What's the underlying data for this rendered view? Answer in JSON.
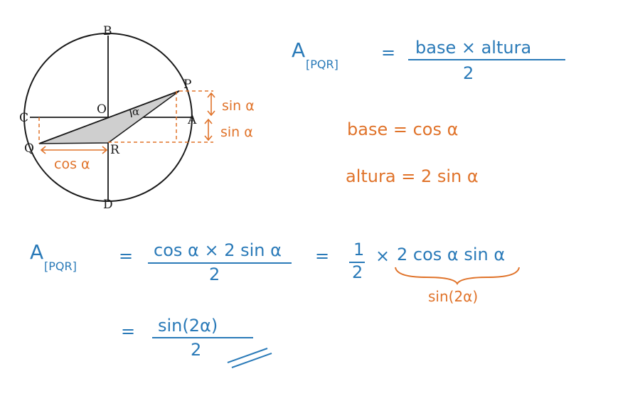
{
  "diagram": {
    "points": {
      "A": "A",
      "B": "B",
      "C": "C",
      "D": "D",
      "O": "O",
      "P": "P",
      "Q": "Q",
      "R": "R"
    },
    "angle_label": "α",
    "sin_upper": "sin α",
    "sin_lower": "sin α",
    "cos_label": "cos α"
  },
  "formula": {
    "area_symbol": "A",
    "area_subscript": "[PQR]",
    "equals": "=",
    "numerator": "base × altura",
    "denominator": "2"
  },
  "definitions": {
    "base": "base = cos α",
    "altura": "altura = 2 sin α"
  },
  "derivation": {
    "area_symbol": "A",
    "area_subscript": "[PQR]",
    "eq1": "=",
    "frac1_num": "cos α × 2 sin α",
    "frac1_den": "2",
    "eq2": "=",
    "half_num": "1",
    "half_den": "2",
    "times": "×",
    "product": "2 cos α sin α",
    "identity": "sin(2α)",
    "eq3": "=",
    "result_num": "sin(2α)",
    "result_den": "2"
  },
  "colors": {
    "ink": "#1a1a1a",
    "blue": "#2a7ab8",
    "orange": "#e0732a",
    "triangle_fill": "#cfcfcf"
  }
}
